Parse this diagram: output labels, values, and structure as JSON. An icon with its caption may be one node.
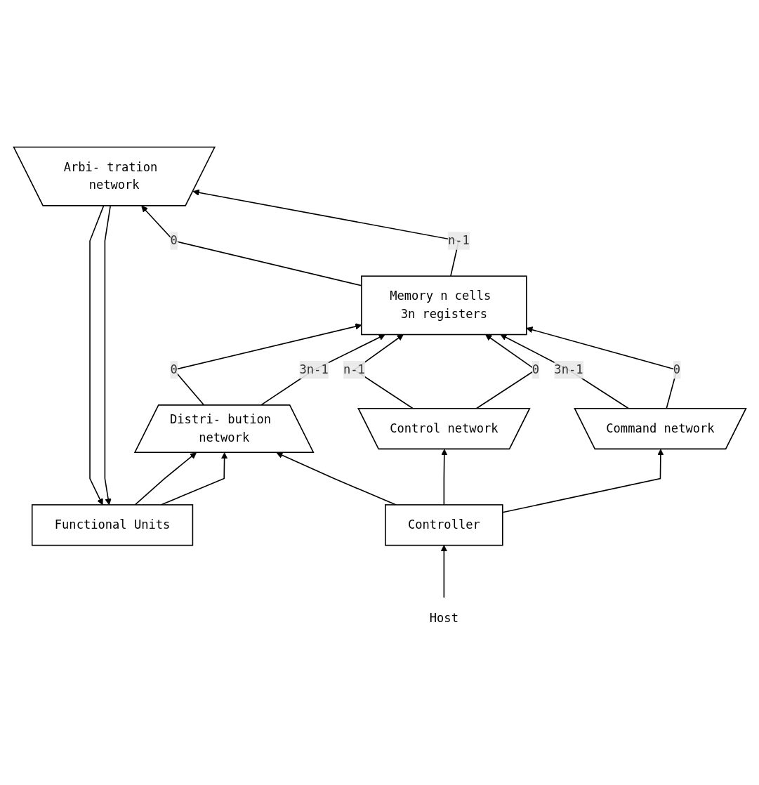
{
  "diagram": {
    "nodes": [
      {
        "text": [
          "Functional Units"
        ]
      },
      {
        "text": [
          "Distri- bution network"
        ]
      },
      {
        "text": [
          "Memory n cells 3n registers"
        ]
      },
      {
        "text": [
          "Arbi- tration network"
        ]
      },
      {
        "text": [
          "Command network"
        ]
      },
      {
        "text": [
          "Control network"
        ]
      },
      {
        "text": [
          "Controller"
        ]
      },
      {
        "text": [
          "Host"
        ]
      }
    ],
    "edges": [
      {
        "from": 0,
        "to": 1,
        "arrow": "to"
      },
      {
        "from": 0,
        "to": 1,
        "arrow": "to"
      },
      {
        "from": 3,
        "to": 0,
        "arrow": "to"
      },
      {
        "from": 3,
        "to": 0,
        "arrow": "to"
      },
      {
        "from": 1,
        "to": 2,
        "label": "3n-1",
        "arrow": "to"
      },
      {
        "from": 1,
        "to": 2,
        "label": "0",
        "arrow": "to"
      },
      {
        "from": 2,
        "to": 3,
        "label": "n-1",
        "arrow": "to"
      },
      {
        "from": 2,
        "to": 3,
        "label": "0",
        "arrow": "to"
      },
      {
        "from": 4,
        "to": 2,
        "label": "0",
        "arrow": "to"
      },
      {
        "from": 4,
        "to": 2,
        "label": "3n-1",
        "arrow": "to"
      },
      {
        "from": 5,
        "to": 2,
        "label": "0",
        "arrow": "to"
      },
      {
        "from": 5,
        "to": 2,
        "label": "n-1",
        "arrow": "to"
      },
      {
        "from": 6,
        "to": 4,
        "arrow": "to"
      },
      {
        "from": 6,
        "to": 5,
        "arrow": "to"
      },
      {
        "from": 6,
        "to": 1,
        "arrow": "to"
      },
      {
        "from": 7,
        "to": 6,
        "arrow": "to"
      }
    ]
  }
}
